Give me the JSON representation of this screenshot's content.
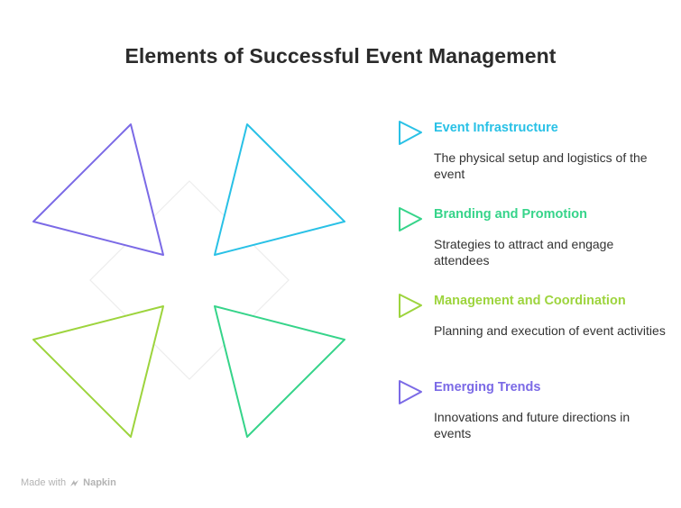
{
  "title": "Elements of Successful Event Management",
  "items": [
    {
      "heading": "Event Infrastructure",
      "description": "The physical setup and logistics of the event",
      "color": "#29c1e6"
    },
    {
      "heading": "Branding and Promotion",
      "description": "Strategies to attract and engage attendees",
      "color": "#36d48a"
    },
    {
      "heading": "Management and Coordination",
      "description": "Planning and execution of event activities",
      "color": "#9dd43d"
    },
    {
      "heading": "Emerging Trends",
      "description": "Innovations and future directions in events",
      "color": "#7b6ae6"
    }
  ],
  "watermark": {
    "prefix": "Made with",
    "brand": "Napkin",
    "icon": "napkin-logo-icon"
  }
}
